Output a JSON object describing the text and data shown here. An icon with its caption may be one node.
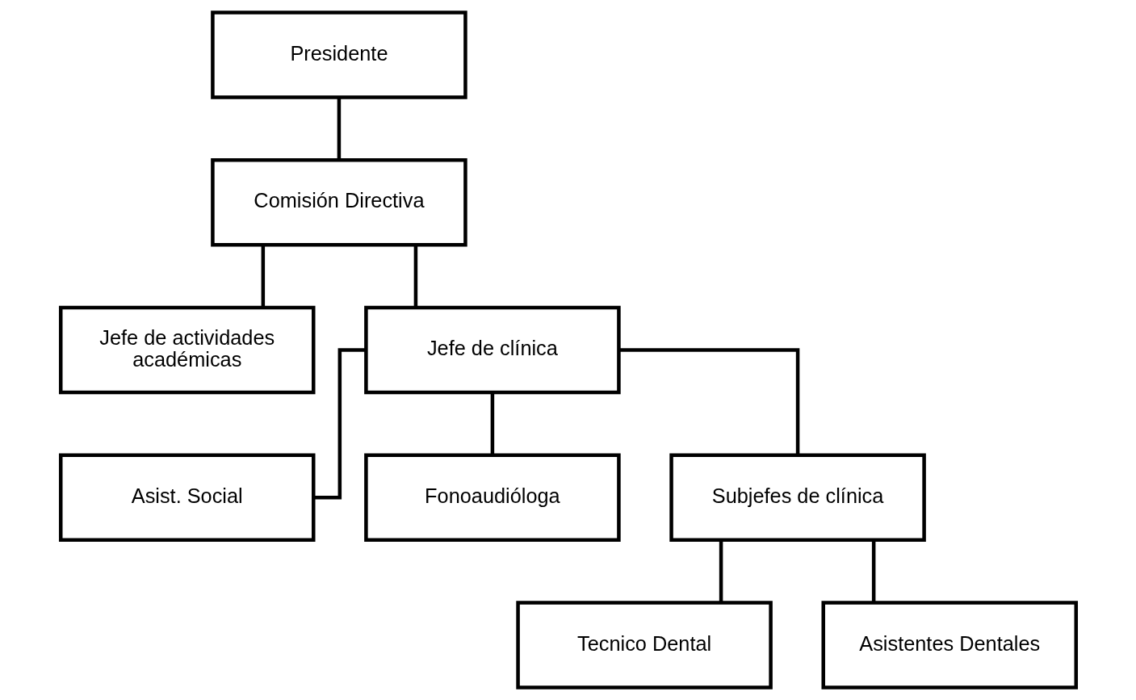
{
  "diagram": {
    "nodes": [
      {
        "text": [
          "Presidente"
        ]
      },
      {
        "text": [
          "Comisión Directiva"
        ]
      },
      {
        "text": [
          "Jefe de actividades académicas"
        ]
      },
      {
        "text": [
          "Jefe de clínica"
        ]
      },
      {
        "text": [
          "Asist. Social"
        ]
      },
      {
        "text": [
          "Fonoaudióloga"
        ]
      },
      {
        "text": [
          "Subjefes de clínica"
        ]
      },
      {
        "text": [
          "Tecnico Dental"
        ]
      },
      {
        "text": [
          "Asistentes Dentales"
        ]
      }
    ],
    "edges": [
      {
        "from": 0,
        "to": 1,
        "arrow": "none"
      },
      {
        "from": 1,
        "to": 2,
        "arrow": "none"
      },
      {
        "from": 1,
        "to": 3,
        "arrow": "none"
      },
      {
        "from": 3,
        "to": 4,
        "arrow": "none"
      },
      {
        "from": 3,
        "to": 5,
        "arrow": "none"
      },
      {
        "from": 3,
        "to": 6,
        "arrow": "none"
      },
      {
        "from": 6,
        "to": 7,
        "arrow": "none"
      },
      {
        "from": 6,
        "to": 8,
        "arrow": "none"
      }
    ]
  }
}
